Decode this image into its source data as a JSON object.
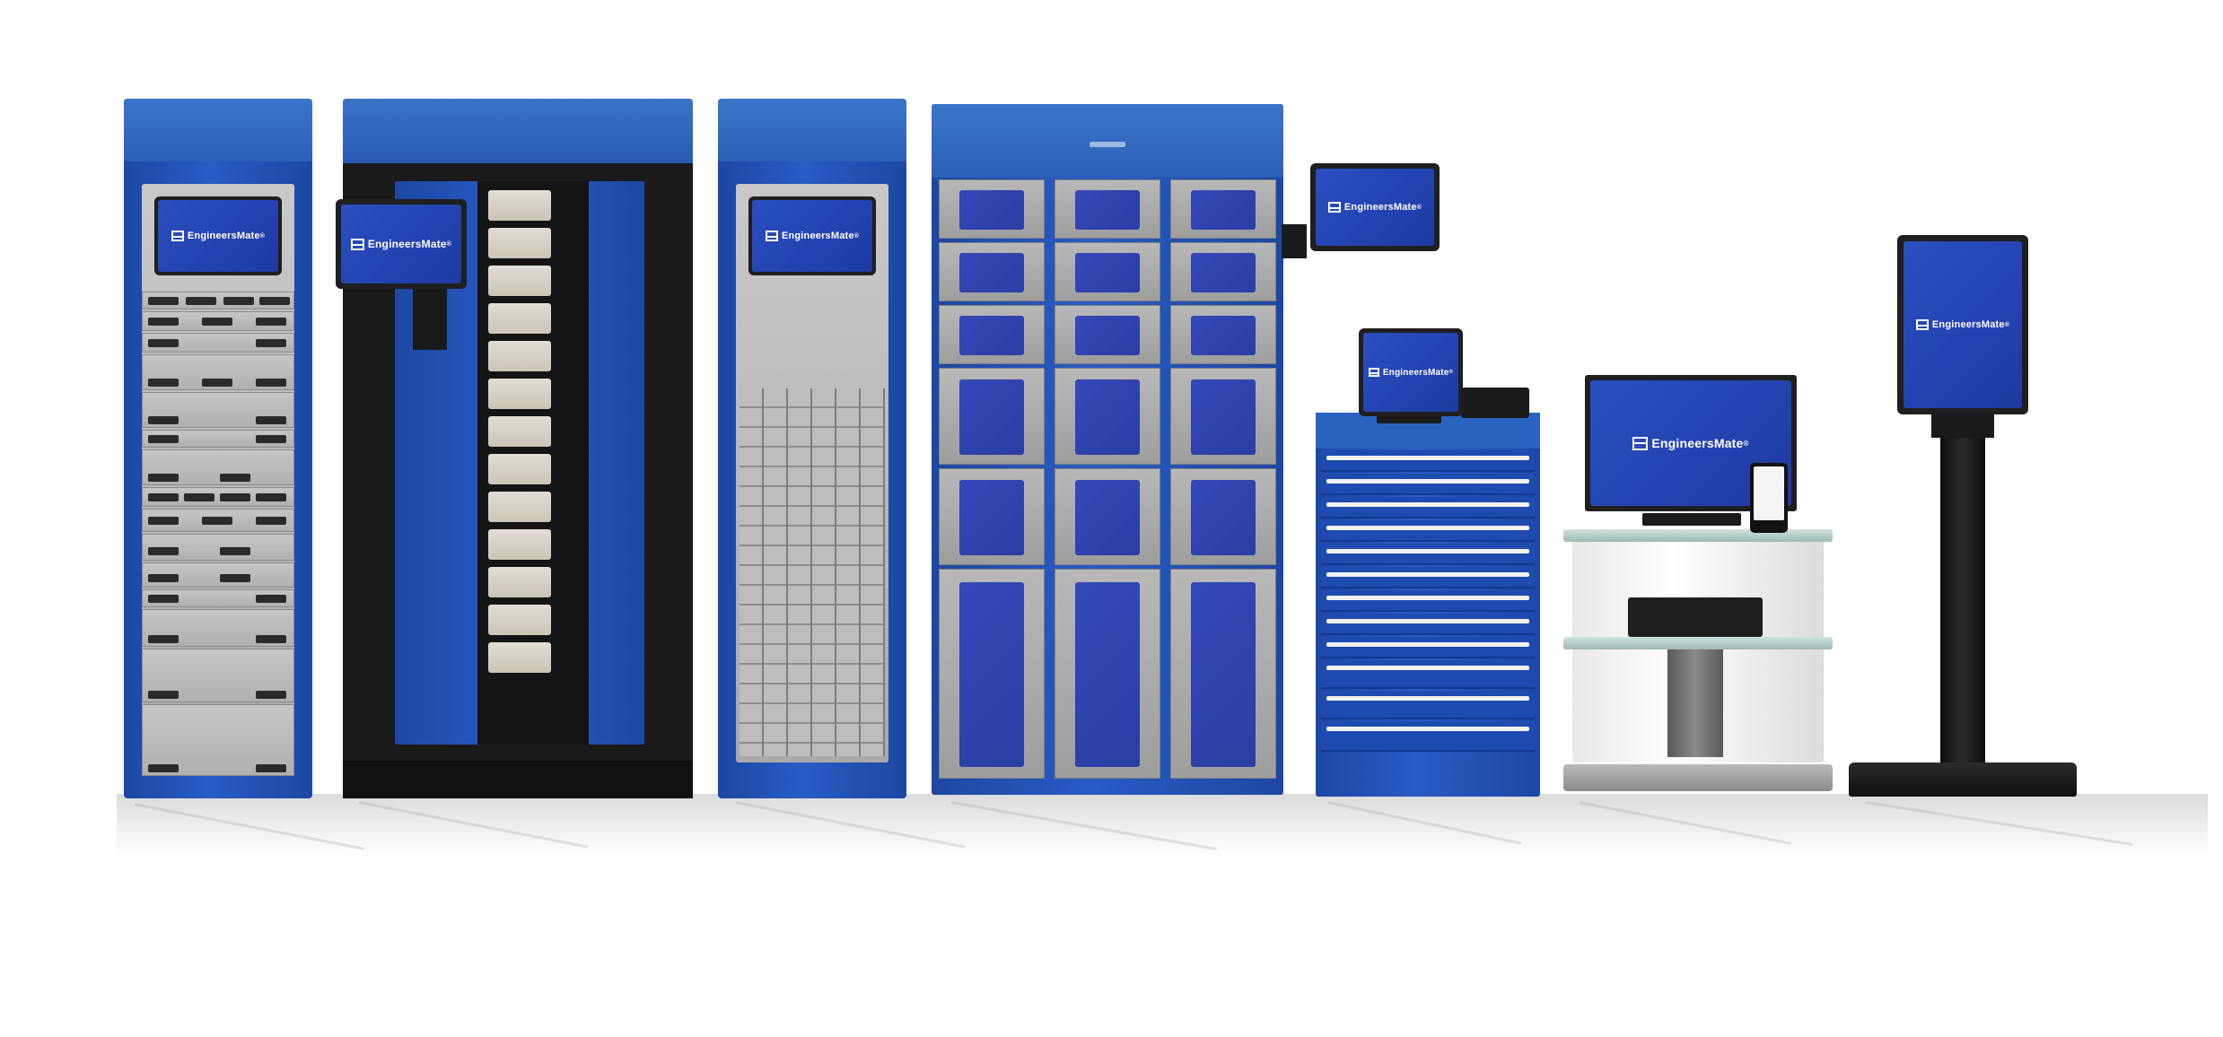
{
  "brand": {
    "logo_text": "EngineersMate",
    "trademark": "®",
    "colors": {
      "primary_blue": "#2456b8",
      "dark_frame": "#1a1a1a",
      "panel_grey": "#b5b5b5",
      "screen_blue": "#2a4fc0"
    }
  },
  "products": [
    {
      "id": "drawer-vending-machine",
      "screen_label": "EngineersMate"
    },
    {
      "id": "spiral-vending-machine",
      "screen_label": "EngineersMate"
    },
    {
      "id": "small-bin-vending-machine",
      "screen_label": "EngineersMate"
    },
    {
      "id": "locker-vending-machine",
      "screen_label": "EngineersMate"
    },
    {
      "id": "drawer-cabinet-with-terminal",
      "screen_label": "EngineersMate"
    },
    {
      "id": "desktop-station",
      "screen_label": "EngineersMate"
    },
    {
      "id": "kiosk-stand",
      "screen_label": "EngineersMate"
    }
  ]
}
